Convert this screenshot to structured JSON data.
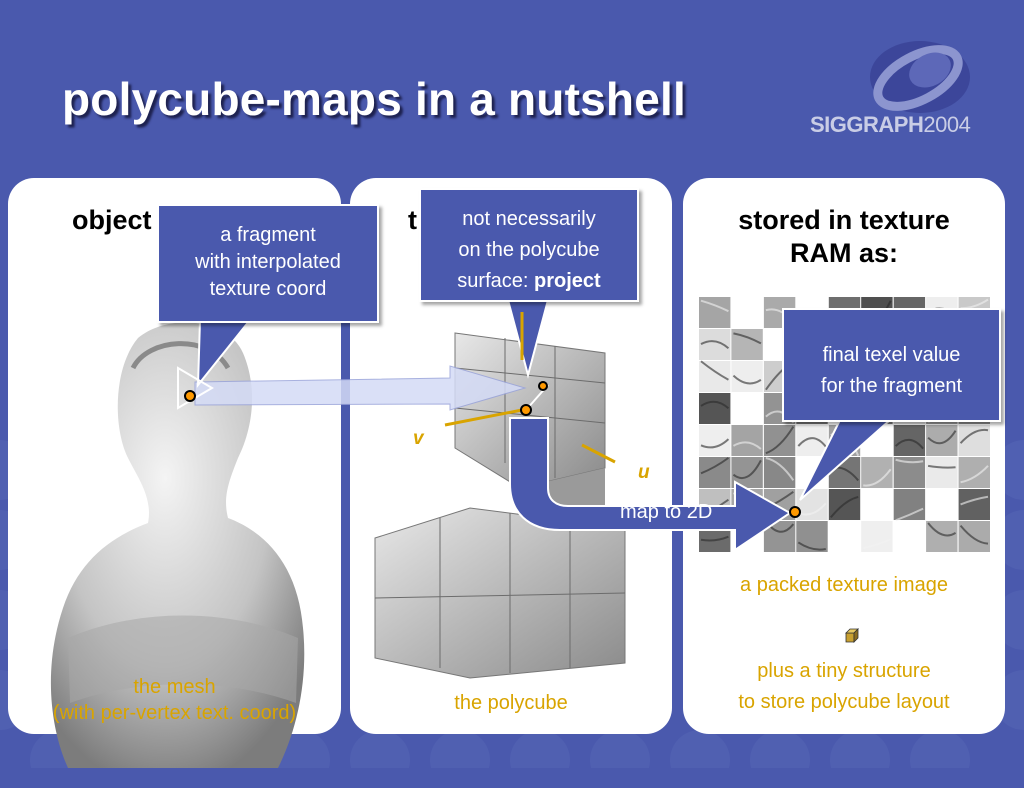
{
  "title": "polycube-maps in a nutshell",
  "logo": {
    "brand": "SIGGRAPH",
    "year": "2004"
  },
  "panels": {
    "object": {
      "heading": "object",
      "caption_line1": "the mesh",
      "caption_line2": "(with per-vertex text. coord)"
    },
    "polycube": {
      "heading": "t",
      "caption": "the polycube",
      "axis_v": "v",
      "axis_u": "u"
    },
    "texture": {
      "heading_line1": "stored in texture",
      "heading_line2": "RAM as:",
      "caption": "a packed texture image",
      "structure_line1": "plus a tiny structure",
      "structure_line2": "to store polycube layout"
    }
  },
  "callouts": {
    "fragment": {
      "line1": "a fragment",
      "line2": "with interpolated",
      "line3": "texture coord"
    },
    "project": {
      "line1": "not necessarily",
      "line2": "on the polycube",
      "line3_prefix": "surface: ",
      "line3_bold": "project"
    },
    "texel": {
      "line1": "final texel value",
      "line2": "for the fragment"
    }
  },
  "map_label": "map to 2D",
  "colors": {
    "background": "#4a59ad",
    "panel": "#ffffff",
    "caption": "#d9a400",
    "fragment_dot": "#ff9900"
  }
}
